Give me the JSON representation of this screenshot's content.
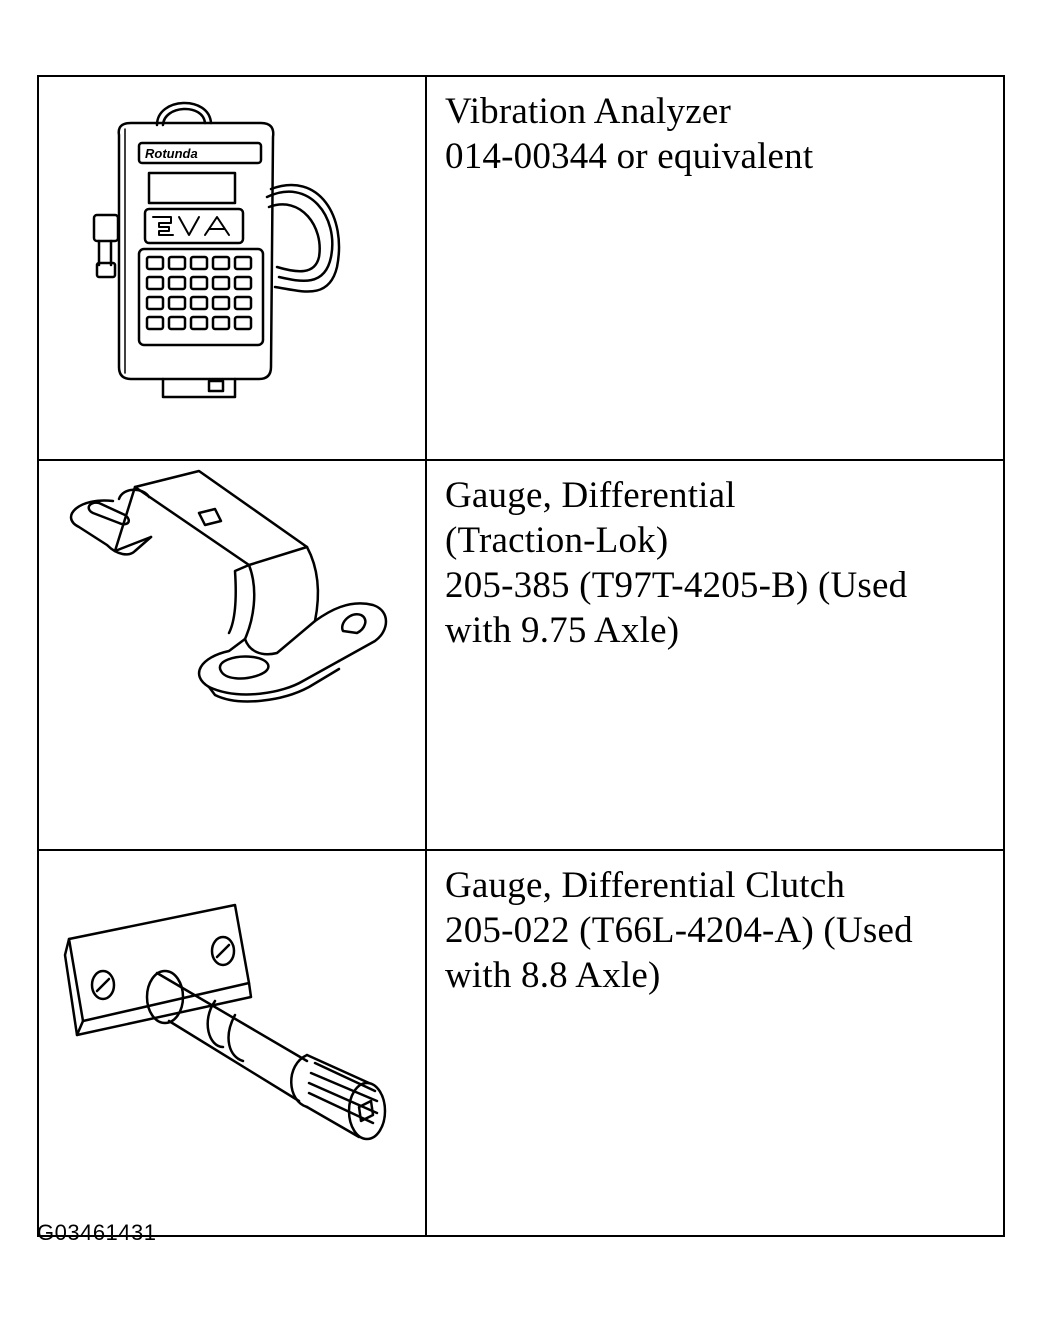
{
  "tools": [
    {
      "icon": "vibration-analyzer-icon",
      "lines": [
        "Vibration Analyzer",
        "014-00344 or equivalent"
      ],
      "device_brand_text": "Rotunda",
      "device_screen_text": "EVA"
    },
    {
      "icon": "differential-gauge-bracket-icon",
      "lines": [
        "Gauge, Differential",
        "(Traction-Lok)",
        "205-385 (T97T-4205-B) (Used",
        "with 9.75 Axle)"
      ]
    },
    {
      "icon": "differential-clutch-gauge-icon",
      "lines": [
        "Gauge, Differential Clutch",
        "205-022 (T66L-4204-A) (Used",
        "with 8.8 Axle)"
      ]
    }
  ],
  "figure_id": "G03461431"
}
